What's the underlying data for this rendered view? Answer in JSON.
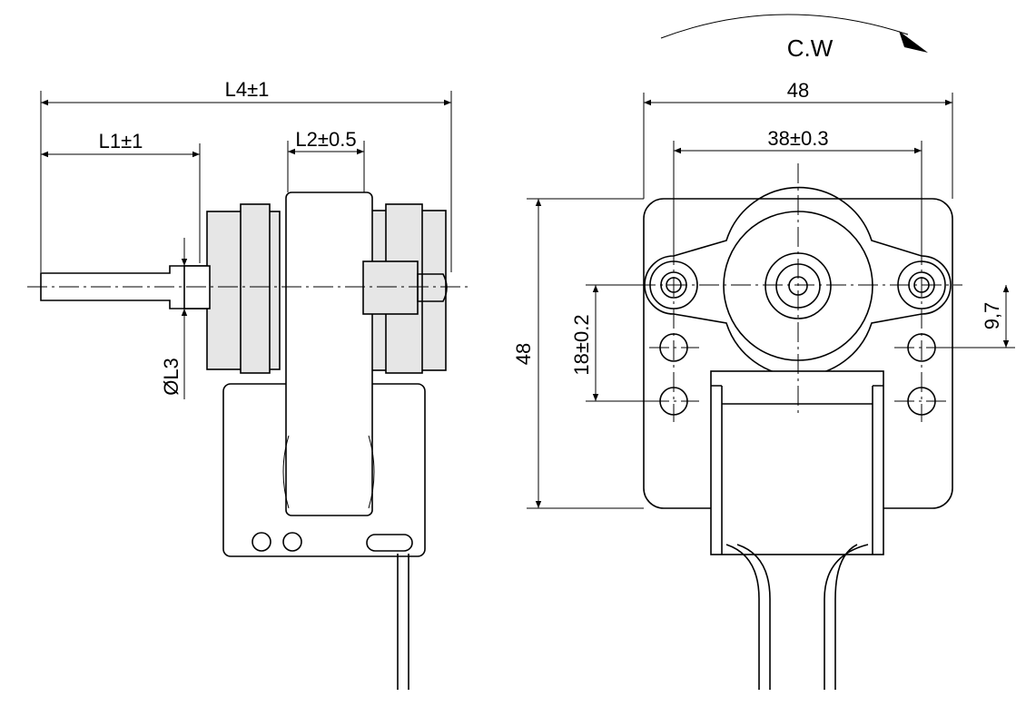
{
  "rotation_label": "C.W",
  "side_view": {
    "l4": "L4±1",
    "l1": "L1±1",
    "l2": "L2±0.5",
    "l3": "ØL3"
  },
  "front_view": {
    "width": "48",
    "hole_spacing": "38±0.3",
    "height": "48",
    "hole_vertical": "18±0.2",
    "offset": "9,7"
  }
}
